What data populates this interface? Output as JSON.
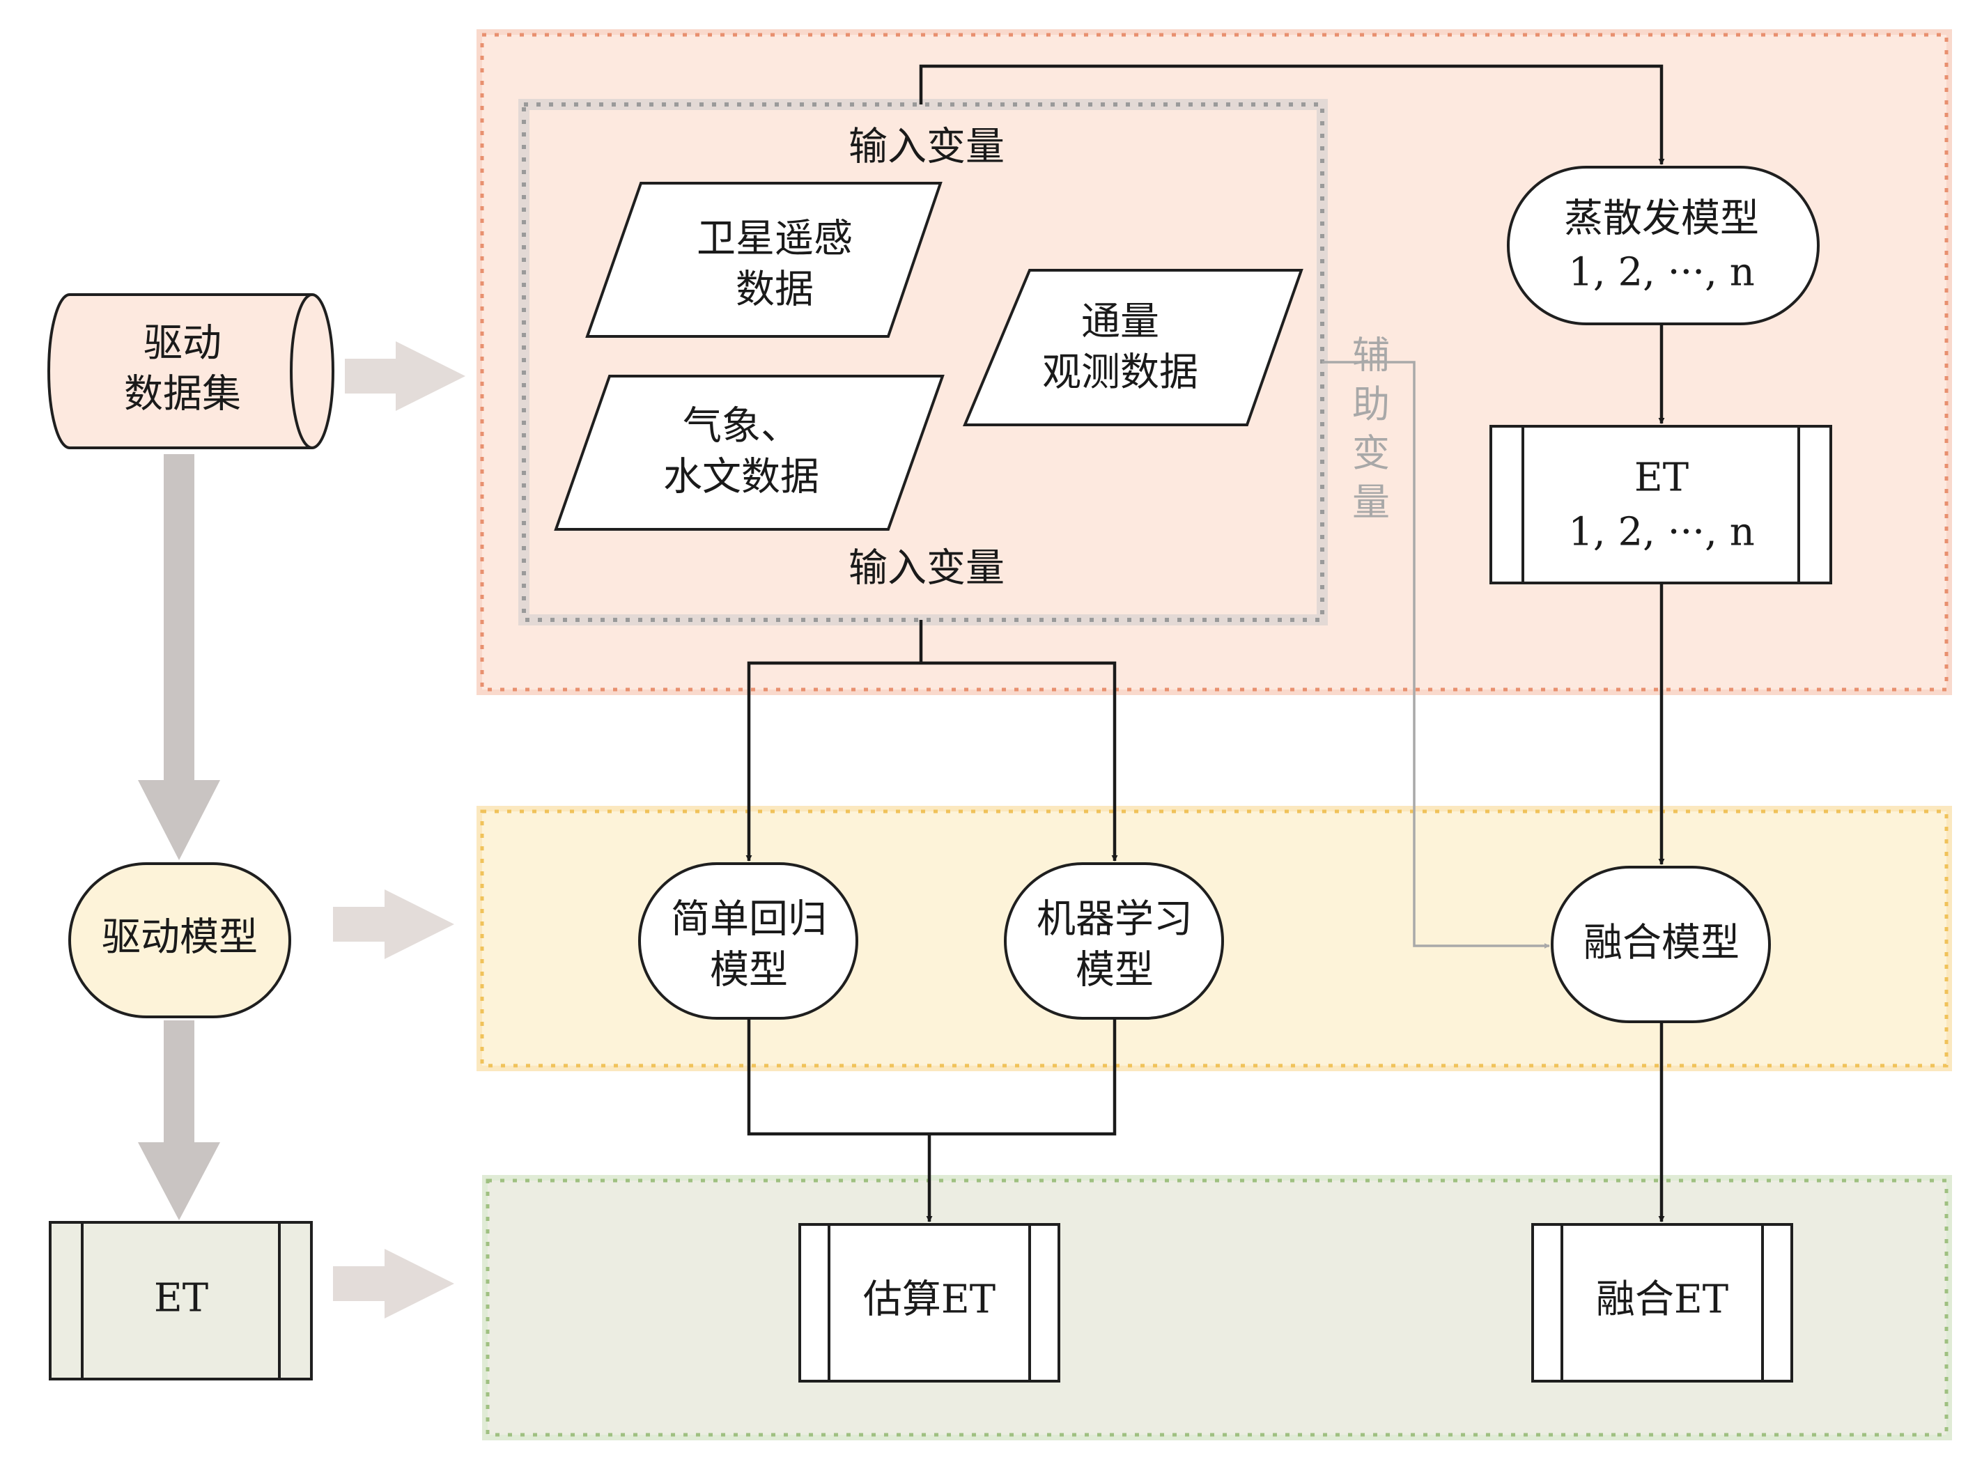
{
  "colors": {
    "panel_top_fill": "#fde9df",
    "panel_top_border": "#e8906f",
    "panel_mid_fill": "#fdf3d9",
    "panel_mid_border": "#f0c25a",
    "panel_bottom_fill": "#ecede2",
    "panel_bottom_border": "#9fc081",
    "inner_box_border": "#9a9a9a",
    "big_arrow": "#c9c4c2",
    "small_arrow": "#e3dcd9",
    "stroke": "#1f1f1f",
    "aux_line": "#a9a9a9"
  },
  "left": {
    "dataset": "驱动\n数据集",
    "model": "驱动模型",
    "et": "ET"
  },
  "inputs": {
    "top_label": "输入变量",
    "bottom_label": "输入变量",
    "remote_sensing": "卫星遥感\n数据",
    "meteo_hydro": "气象、\n水文数据",
    "flux": "通量\n观测数据"
  },
  "aux_label": "辅\n助\n变\n量",
  "et_models": {
    "label": "蒸散发模型",
    "index": "1, 2, ···, n"
  },
  "et_outputs": {
    "label": "ET",
    "index": "1, 2, ···, n"
  },
  "models": {
    "simple_regression": "简单回归\n模型",
    "machine_learning": "机器学习\n模型",
    "fusion": "融合模型"
  },
  "outputs": {
    "estimated": "估算ET",
    "fused": "融合ET"
  }
}
